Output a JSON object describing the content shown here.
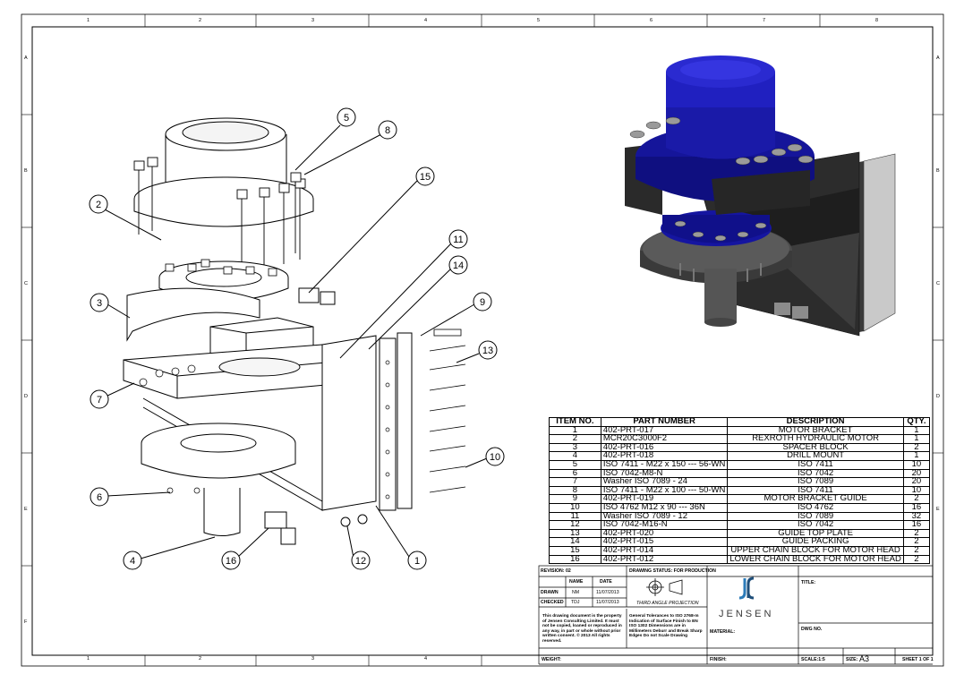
{
  "zones": {
    "columns": [
      "1",
      "2",
      "3",
      "4",
      "5",
      "6",
      "7",
      "8"
    ],
    "rows": [
      "A",
      "B",
      "C",
      "D",
      "E",
      "F"
    ]
  },
  "balloons": [
    "5",
    "8",
    "2",
    "15",
    "11",
    "14",
    "3",
    "9",
    "13",
    "7",
    "10",
    "6",
    "4",
    "16",
    "12",
    "1"
  ],
  "bom": {
    "headers": [
      "ITEM NO.",
      "PART NUMBER",
      "DESCRIPTION",
      "QTY."
    ],
    "rows": [
      [
        "1",
        "402-PRT-017",
        "MOTOR BRACKET",
        "1"
      ],
      [
        "2",
        "MCR20C3000F2",
        "REXROTH HYDRAULIC MOTOR",
        "1"
      ],
      [
        "3",
        "402-PRT-016",
        "SPACER BLOCK",
        "2"
      ],
      [
        "4",
        "402-PRT-018",
        "DRILL MOUNT",
        "1"
      ],
      [
        "5",
        "ISO 7411 - M22 x 150 --- 56-WN",
        "ISO 7411",
        "10"
      ],
      [
        "6",
        "ISO 7042-M8-N",
        "ISO 7042",
        "20"
      ],
      [
        "7",
        "Washer ISO 7089 - 24",
        "ISO 7089",
        "20"
      ],
      [
        "8",
        "ISO 7411 - M22 x 100 --- 50-WN",
        "ISO 7411",
        "10"
      ],
      [
        "9",
        "402-PRT-019",
        "MOTOR BRACKET GUIDE",
        "2"
      ],
      [
        "10",
        "ISO 4762 M12 x 90 --- 36N",
        "ISO 4762",
        "16"
      ],
      [
        "11",
        "Washer ISO 7089 - 12",
        "ISO 7089",
        "32"
      ],
      [
        "12",
        "ISO 7042-M16-N",
        "ISO 7042",
        "16"
      ],
      [
        "13",
        "402-PRT-020",
        "GUIDE TOP PLATE",
        "2"
      ],
      [
        "14",
        "402-PRT-015",
        "GUIDE PACKING",
        "2"
      ],
      [
        "15",
        "402-PRT-014",
        "UPPER CHAIN BLOCK FOR MOTOR HEAD",
        "2"
      ],
      [
        "16",
        "402-PRT-012",
        "LOWER CHAIN BLOCK FOR MOTOR HEAD",
        "2"
      ]
    ]
  },
  "title_block": {
    "revision": "REVISION: 02",
    "drawing_status": "DRAWING STATUS: FOR PRODUCTION",
    "title_label": "TITLE:",
    "name_label": "NAME",
    "date_label": "DATE",
    "drawn_label": "DRAWN",
    "drawn_name": "NM",
    "drawn_date": "11/07/2013",
    "checked_label": "CHECKED",
    "checked_name": "TDJ",
    "checked_date": "11/07/2013",
    "projection": "THIRD ANGLE PROJECTION",
    "company": "JENSEN",
    "notice": "This drawing document is the property of Jensen Consulting Limited. It must not be copied, loaned or reproduced in any way, in part or whole without prior written consent. © 2013 All rights reserved.",
    "tolerances": "General Tolerances to ISO 2768-m Indication of Surface Finish to EN ISO 1302 Dimensions are in Millimeters Deburr and Break Sharp Edges Do not Scale Drawing",
    "material_label": "MATERIAL:",
    "dwg_no_label": "DWG NO.",
    "weight_label": "WEIGHT:",
    "finish_label": "FINISH:",
    "scale_label": "SCALE:1:5",
    "size_label": "SIZE:",
    "size_value": "A3",
    "sheet_label": "SHEET 1 OF 1"
  },
  "colors": {
    "motor_blue": "#1a1aa8",
    "bracket_dark": "#2a2a2a",
    "drill_grey": "#5a5a5a",
    "logo_blue": "#2b7bb9"
  }
}
